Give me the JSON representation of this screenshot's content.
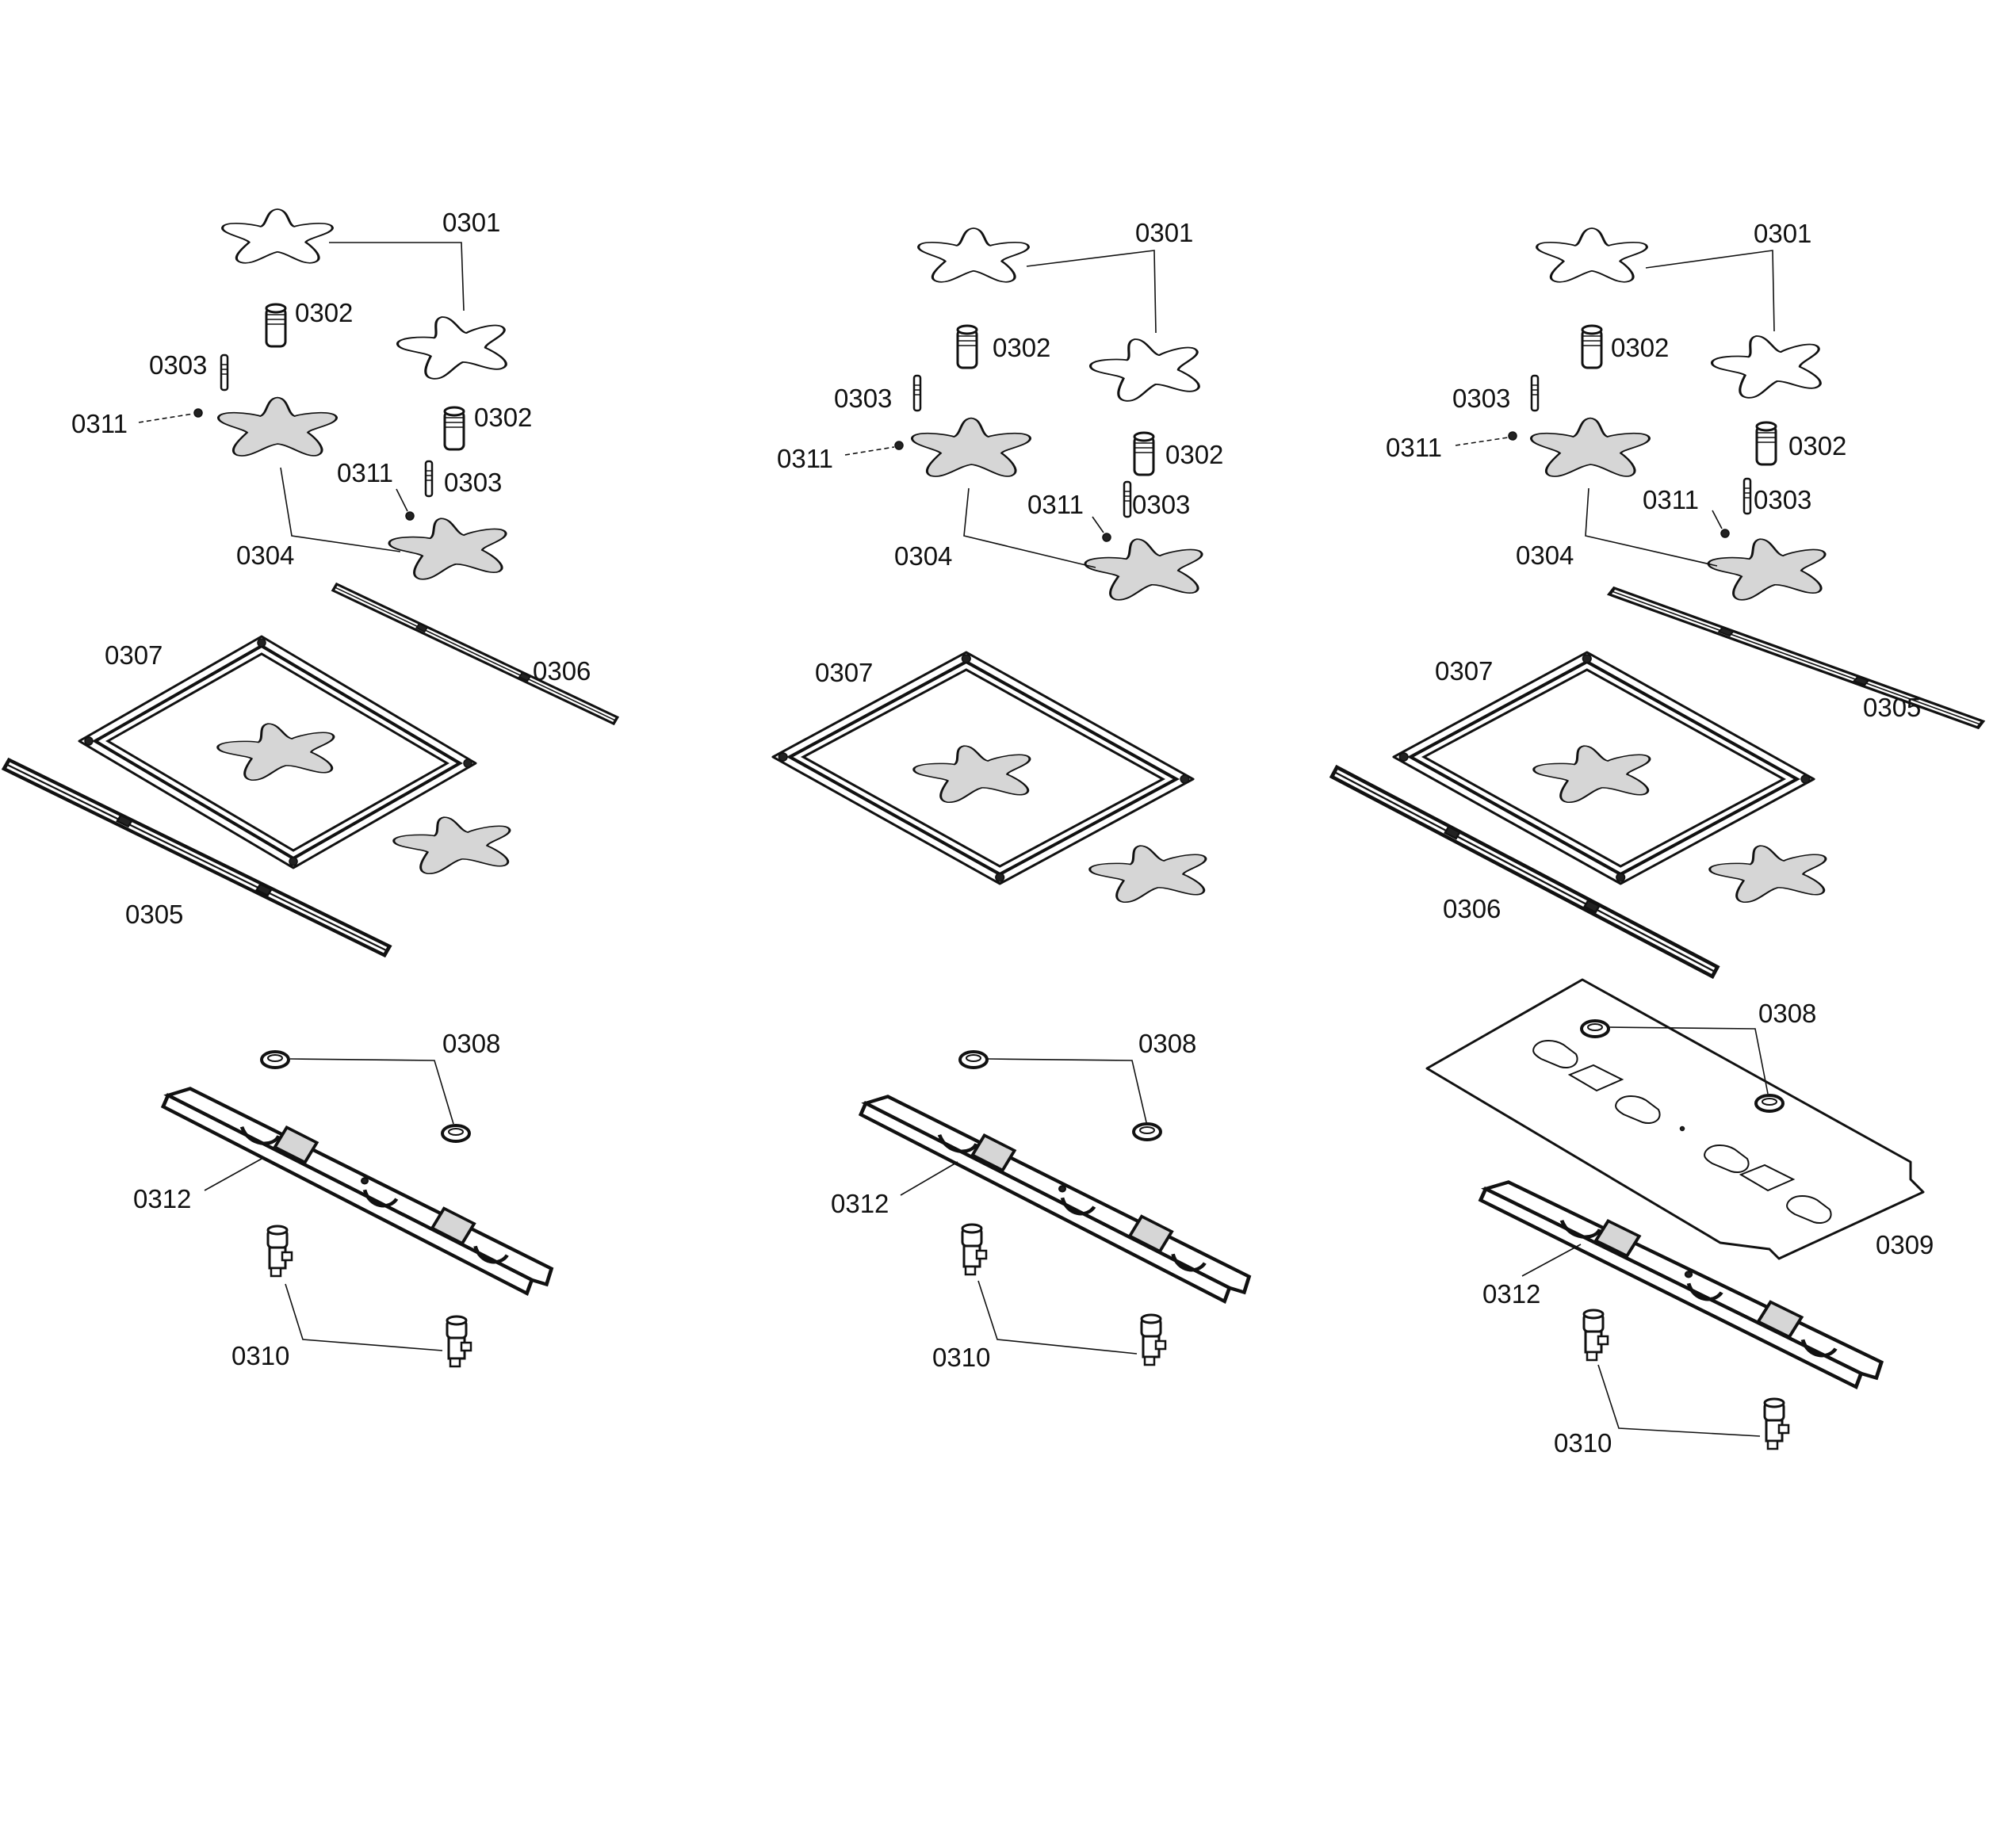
{
  "assemblies": [
    {
      "name": "left",
      "labels": {
        "p0301": "0301",
        "p0302a": "0302",
        "p0302b": "0302",
        "p0303a": "0303",
        "p0303b": "0303",
        "p0311a": "0311",
        "p0311b": "0311",
        "p0304": "0304",
        "p0307": "0307",
        "p0306": "0306",
        "p0305": "0305",
        "p0308": "0308",
        "p0312": "0312",
        "p0310": "0310"
      }
    },
    {
      "name": "middle",
      "labels": {
        "p0301": "0301",
        "p0302a": "0302",
        "p0302b": "0302",
        "p0303a": "0303",
        "p0303b": "0303",
        "p0311a": "0311",
        "p0311b": "0311",
        "p0304": "0304",
        "p0307": "0307",
        "p0308": "0308",
        "p0312": "0312",
        "p0310": "0310"
      }
    },
    {
      "name": "right",
      "labels": {
        "p0301": "0301",
        "p0302a": "0302",
        "p0302b": "0302",
        "p0303a": "0303",
        "p0303b": "0303",
        "p0311a": "0311",
        "p0311b": "0311",
        "p0304": "0304",
        "p0307": "0307",
        "p0305": "0305",
        "p0306": "0306",
        "p0308": "0308",
        "p0309": "0309",
        "p0312": "0312",
        "p0310": "0310"
      }
    }
  ]
}
